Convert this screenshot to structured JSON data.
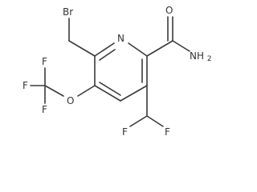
{
  "molecule": {
    "atoms": {
      "bromine": "Br",
      "ring_nitrogen": "N",
      "carbonyl_oxygen": "O",
      "amide_nh2": "NH",
      "amide_nh2_subscript": "2",
      "ether_oxygen": "O",
      "cf3_f_top": "F",
      "cf3_f_left": "F",
      "cf3_f_bottom": "F",
      "chf2_f_left": "F",
      "chf2_f_right": "F"
    }
  }
}
